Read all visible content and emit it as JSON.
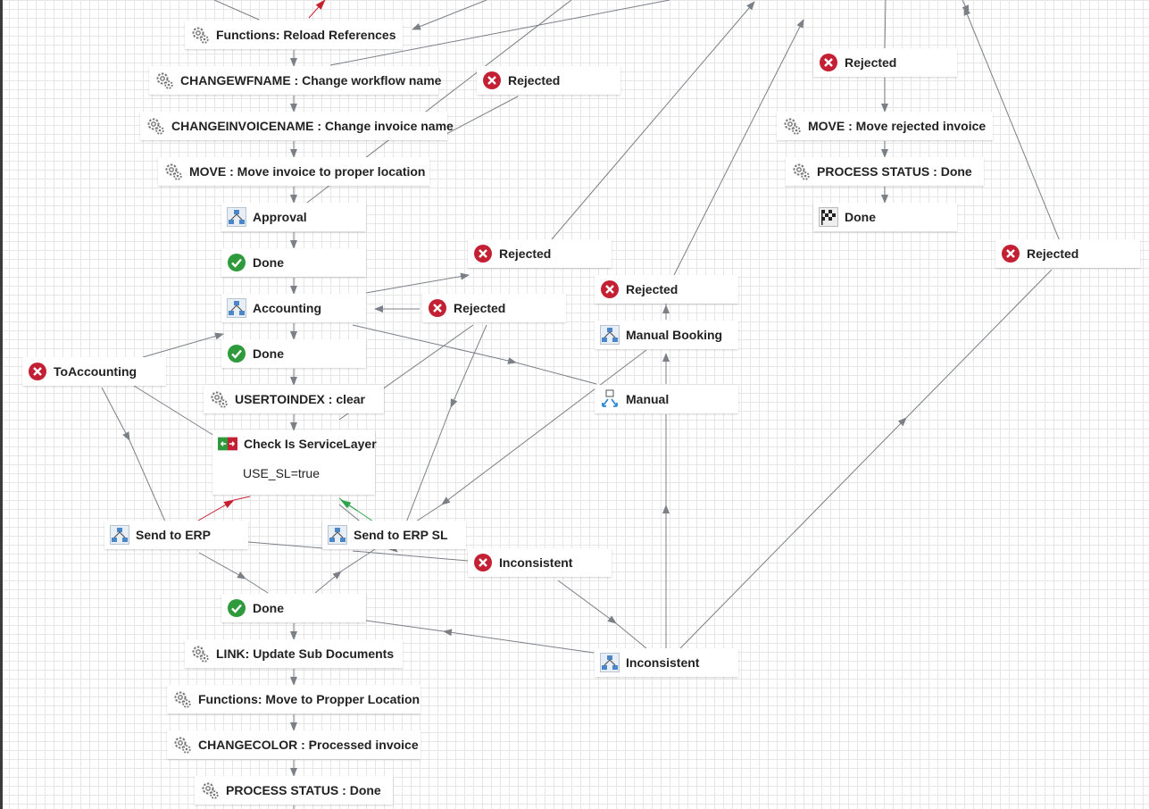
{
  "colors": {
    "edge": "#7b7f86",
    "edge_red": "#c8202f",
    "edge_green": "#2da44e",
    "rejected": "#c42033",
    "done": "#2e9a3b",
    "grid": "#e6e6e6"
  },
  "nodes": {
    "reload_refs": {
      "label": "Functions: Reload References",
      "icon": "gear-icon"
    },
    "changewfname": {
      "label": "CHANGEWFNAME : Change workflow name",
      "icon": "gear-icon"
    },
    "changeinvoicename": {
      "label": "CHANGEINVOICENAME : Change invoice name",
      "icon": "gear-icon"
    },
    "move_invoice": {
      "label": "MOVE : Move invoice to proper location",
      "icon": "gear-icon"
    },
    "approval": {
      "label": "Approval",
      "icon": "flow-node-icon"
    },
    "done_1": {
      "label": "Done",
      "icon": "check-icon"
    },
    "accounting": {
      "label": "Accounting",
      "icon": "flow-node-icon"
    },
    "done_2": {
      "label": "Done",
      "icon": "check-icon"
    },
    "usertoindex": {
      "label": "USERTOINDEX : clear",
      "icon": "gear-icon"
    },
    "check_sl": {
      "label": "Check Is ServiceLayer",
      "icon": "condition-icon",
      "condition": "USE_SL=true"
    },
    "send_erp": {
      "label": "Send to ERP",
      "icon": "flow-node-icon"
    },
    "send_erp_sl": {
      "label": "Send to ERP SL",
      "icon": "flow-node-icon"
    },
    "done_3": {
      "label": "Done",
      "icon": "check-icon"
    },
    "link_update": {
      "label": "LINK: Update Sub Documents",
      "icon": "gear-icon"
    },
    "move_propper": {
      "label": "Functions: Move to Propper Location",
      "icon": "gear-icon"
    },
    "changecolor": {
      "label": "CHANGECOLOR : Processed invoice",
      "icon": "gear-icon"
    },
    "process_status_1": {
      "label": "PROCESS STATUS : Done",
      "icon": "gear-icon"
    },
    "to_accounting": {
      "label": "ToAccounting",
      "icon": "rejected-icon"
    },
    "rejected_top": {
      "label": "Rejected",
      "icon": "rejected-icon"
    },
    "rejected_mid": {
      "label": "Rejected",
      "icon": "rejected-icon"
    },
    "rejected_acc": {
      "label": "Rejected",
      "icon": "rejected-icon"
    },
    "rejected_manual": {
      "label": "Rejected",
      "icon": "rejected-icon"
    },
    "manual_booking": {
      "label": "Manual Booking",
      "icon": "flow-node-icon"
    },
    "manual": {
      "label": "Manual",
      "icon": "manual-icon"
    },
    "inconsistent_1": {
      "label": "Inconsistent",
      "icon": "rejected-icon"
    },
    "inconsistent_2": {
      "label": "Inconsistent",
      "icon": "flow-node-icon"
    },
    "rejected_right": {
      "label": "Rejected",
      "icon": "rejected-icon"
    },
    "move_rejected": {
      "label": "MOVE : Move rejected invoice",
      "icon": "gear-icon"
    },
    "process_status_2": {
      "label": "PROCESS STATUS : Done",
      "icon": "gear-icon"
    },
    "done_end": {
      "label": "Done",
      "icon": "finish-flag-icon"
    },
    "rejected_far_right": {
      "label": "Rejected",
      "icon": "rejected-icon"
    }
  }
}
